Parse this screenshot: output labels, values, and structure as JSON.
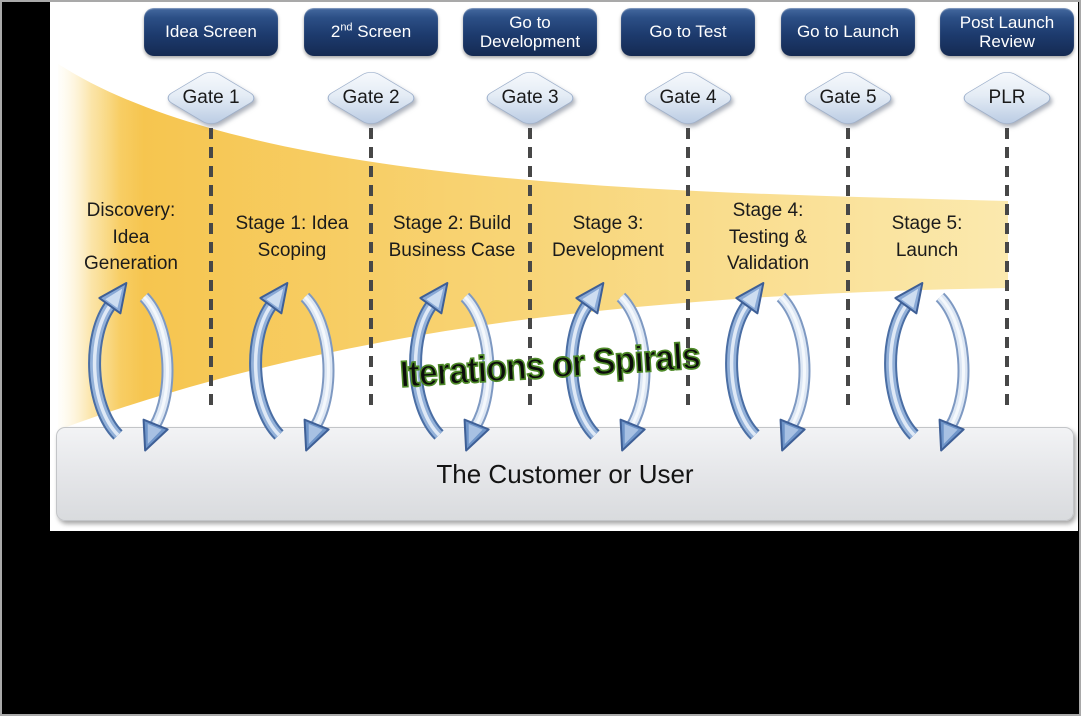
{
  "slide": {
    "background": "#000000",
    "border_color": "#a9a9a9"
  },
  "diagram": {
    "buttons": [
      {
        "pre": "Idea Screen",
        "sup": "",
        "post": ""
      },
      {
        "pre": "2",
        "sup": "nd",
        "post": " Screen"
      },
      {
        "pre": "Go to\nDevelopment",
        "sup": "",
        "post": ""
      },
      {
        "pre": "Go to Test",
        "sup": "",
        "post": ""
      },
      {
        "pre": "Go to Launch",
        "sup": "",
        "post": ""
      },
      {
        "pre": "Post Launch\nReview",
        "sup": "",
        "post": ""
      }
    ],
    "gates": [
      "Gate 1",
      "Gate 2",
      "Gate 3",
      "Gate 4",
      "Gate 5",
      "PLR"
    ],
    "stages": [
      "Discovery:\nIdea\nGeneration",
      "Stage 1: Idea\nScoping",
      "Stage 2: Build\nBusiness Case",
      "Stage 3:\nDevelopment",
      "Stage 4:\nTesting &\nValidation",
      "Stage 5:\nLaunch"
    ],
    "center_label": "Iterations or Spirals",
    "customer_bar_label": "The Customer or User",
    "colors": {
      "button_blue": "#1d3b6e",
      "diamond_blue": "#b7c9e2",
      "funnel_yellow": "#f6c54f",
      "funnel_yellow_pale": "#fbe9ae",
      "arrow_blue": "#6f95c9",
      "iterations_outline_green": "#4e8a28",
      "customer_bar_gray": "#e3e4e7"
    }
  }
}
